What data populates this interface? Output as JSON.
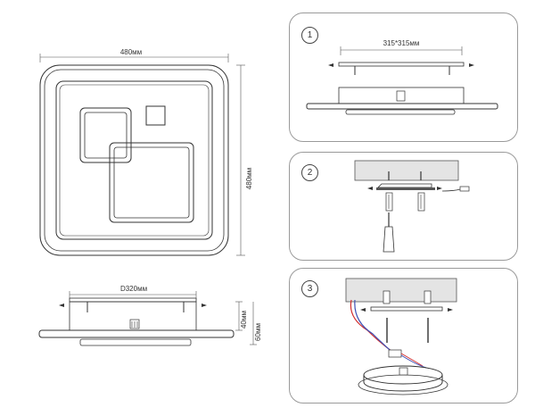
{
  "top_view": {
    "width_label": "480мм",
    "height_label": "480мм"
  },
  "side_view": {
    "mount_label": "D320мм",
    "depth_label": "40мм",
    "height_label": "60мм"
  },
  "steps": [
    {
      "number": "1",
      "mount_label": "315*315мм"
    },
    {
      "number": "2"
    },
    {
      "number": "3"
    }
  ],
  "colors": {
    "line": "#444444",
    "wire_red": "#d32f2f",
    "wire_blue": "#3f51b5",
    "ceiling": "#e4e4e4"
  }
}
